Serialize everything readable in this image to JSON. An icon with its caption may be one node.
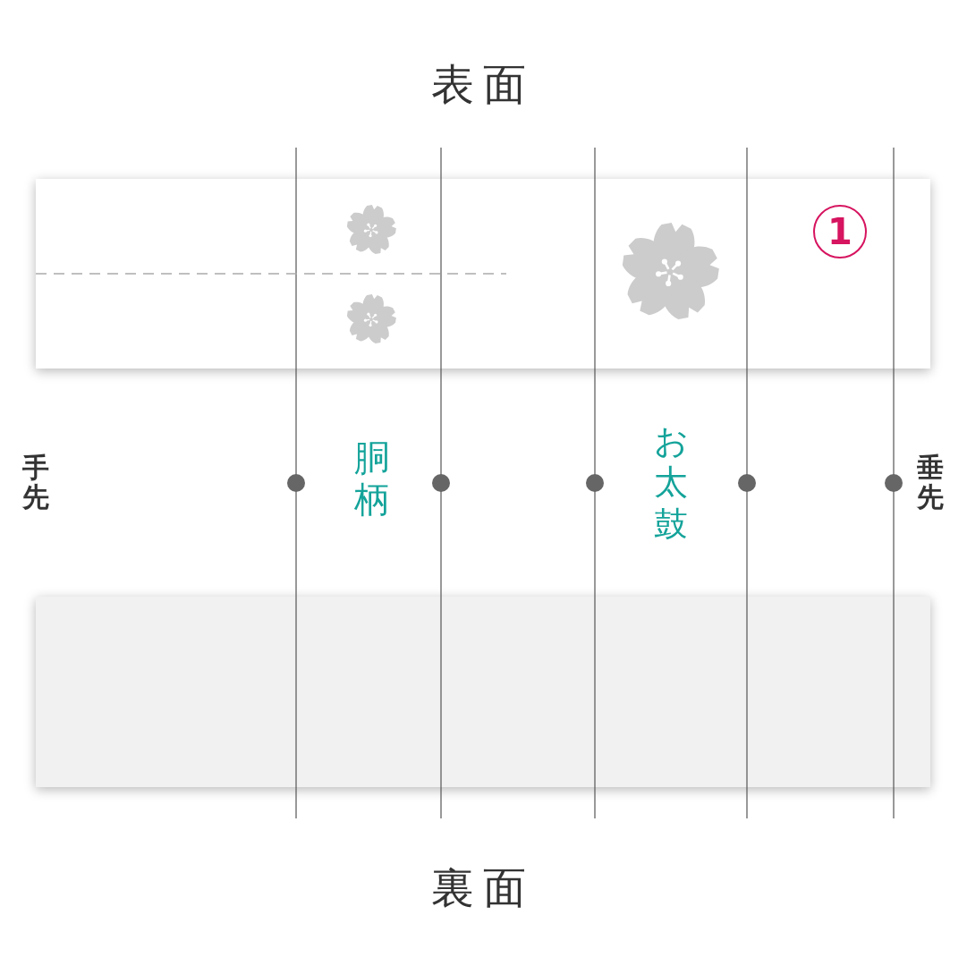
{
  "diagram": {
    "nodes": [
      {
        "text": [
          "表面"
        ]
      },
      {
        "text": [
          "裏面"
        ]
      }
    ],
    "labels": [
      "1",
      "手先",
      "胴柄",
      "お太鼓",
      "垂先"
    ]
  }
}
